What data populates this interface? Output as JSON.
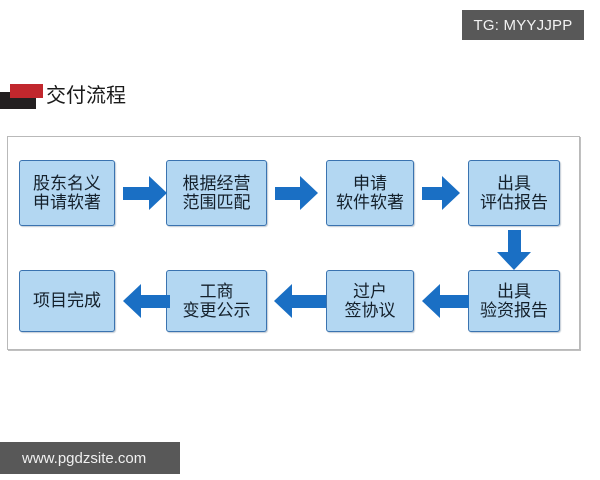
{
  "watermarks": {
    "tg_badge": "TG: MYYJJPP",
    "url_badge": "www.pgdzsite.com"
  },
  "heading": {
    "title": "交付流程",
    "icon": "red-black-bar-icon",
    "icon_red_color": "#c1272d",
    "icon_black_color": "#231f20"
  },
  "flowchart": {
    "node_fill": "#b3d7f2",
    "node_border": "#3a73b0",
    "arrow_color": "#1a6fc4",
    "nodes": [
      {
        "id": "n1",
        "line1": "股东名义",
        "line2": "申请软著"
      },
      {
        "id": "n2",
        "line1": "根据经营",
        "line2": "范围匹配"
      },
      {
        "id": "n3",
        "line1": "申请",
        "line2": "软件软著"
      },
      {
        "id": "n4",
        "line1": "出具",
        "line2": "评估报告"
      },
      {
        "id": "n5",
        "line1": "出具",
        "line2": "验资报告"
      },
      {
        "id": "n6",
        "line1": "过户",
        "line2": "签协议"
      },
      {
        "id": "n7",
        "line1": "工商",
        "line2": "变更公示"
      },
      {
        "id": "n8",
        "line1": "项目完成",
        "line2": ""
      }
    ],
    "connectors": [
      {
        "id": "c1",
        "direction": "right",
        "from": "n1",
        "to": "n2"
      },
      {
        "id": "c2",
        "direction": "right",
        "from": "n2",
        "to": "n3"
      },
      {
        "id": "c3",
        "direction": "right",
        "from": "n3",
        "to": "n4"
      },
      {
        "id": "c4",
        "direction": "down",
        "from": "n4",
        "to": "n5"
      },
      {
        "id": "c5",
        "direction": "left",
        "from": "n5",
        "to": "n6"
      },
      {
        "id": "c6",
        "direction": "left",
        "from": "n6",
        "to": "n7"
      },
      {
        "id": "c7",
        "direction": "left",
        "from": "n7",
        "to": "n8"
      }
    ]
  }
}
